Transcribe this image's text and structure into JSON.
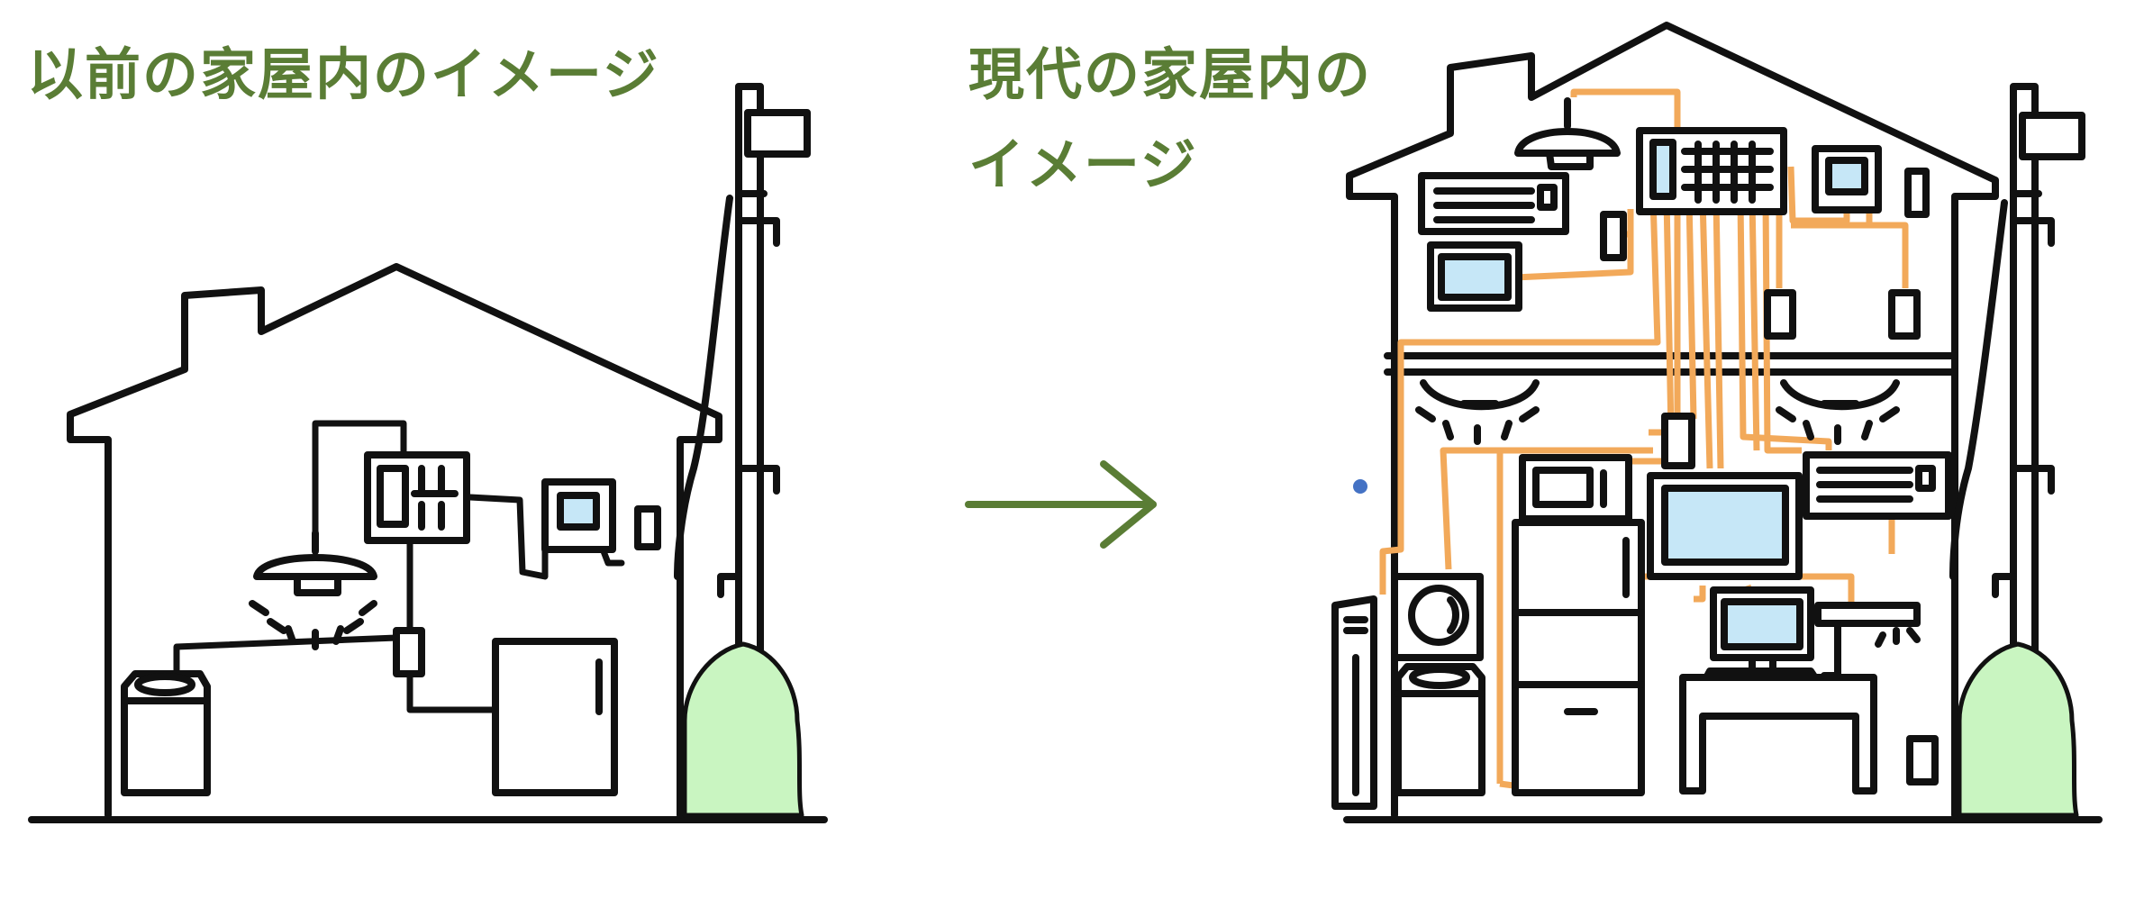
{
  "titles": {
    "old_house": "以前の家屋内のイメージ",
    "new_house_line1": "現代の家屋内の",
    "new_house_line2": "イメージ"
  },
  "colors": {
    "title": "#5a7d35",
    "arrow": "#5a7d35",
    "line": "#111111",
    "wiring": "#f2a95a",
    "screen": "#c6e7f7",
    "bush": "#c9f5c1",
    "dot": "#4472c4"
  },
  "icons": [
    "utility-pole-icon",
    "house-outline-icon",
    "breaker-panel-icon",
    "intercom-icon",
    "pendant-light-icon",
    "outlet-icon",
    "washing-machine-icon",
    "refrigerator-icon",
    "air-conditioner-icon",
    "tv-icon",
    "microwave-icon",
    "drum-washer-icon",
    "pc-tower-icon",
    "desktop-pc-icon",
    "desk-icon",
    "bush-icon",
    "arrow-right-icon"
  ]
}
